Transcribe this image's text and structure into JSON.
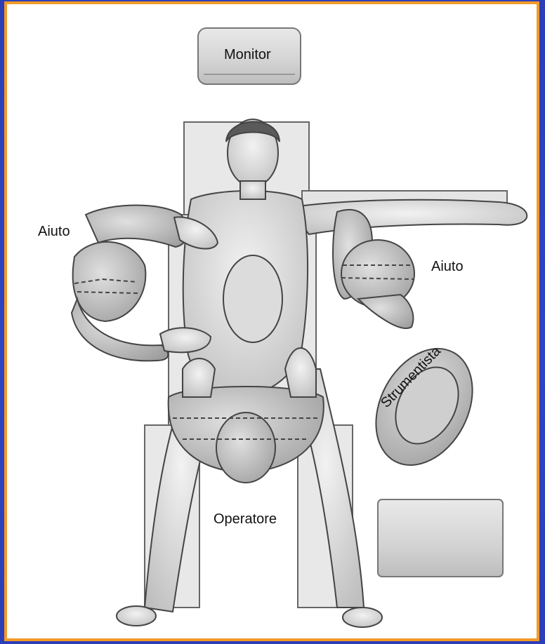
{
  "diagram": {
    "labels": {
      "monitor": "Monitor",
      "aiuto_left": "Aiuto",
      "aiuto_right": "Aiuto",
      "strumentista": "Strumentista",
      "operatore": "Operatore"
    },
    "colors": {
      "frame_border": "#f39a2a",
      "slide_background": "#2d44c4",
      "panel_background": "#ffffff",
      "sketch_gray": "#cfcfcf",
      "outline": "#444444"
    }
  }
}
